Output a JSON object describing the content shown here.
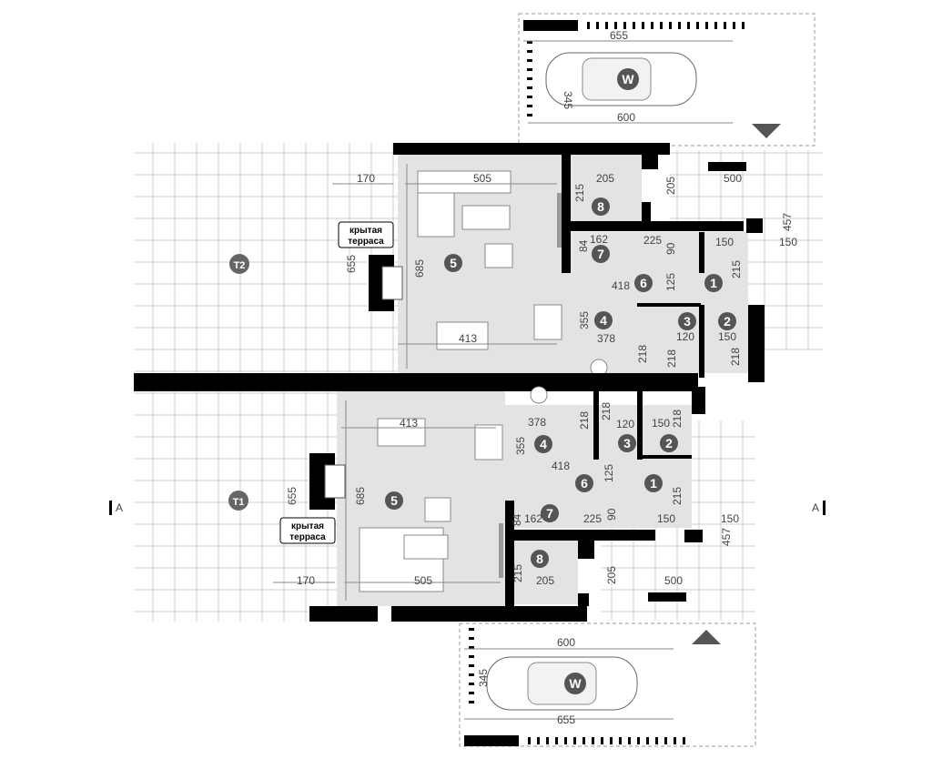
{
  "title": "Floor plan – semi-detached house, ground floor",
  "colors": {
    "wall": "#000000",
    "room": "#e3e3e3",
    "marker": "#555555",
    "grid": "#cccccc"
  },
  "terraces": {
    "t1": "T1",
    "t2": "T2",
    "covered_label_1": "крытая",
    "covered_label_2": "терраса"
  },
  "section_marker": "A",
  "car_badge": "W",
  "top_unit": {
    "rooms": [
      "1",
      "2",
      "3",
      "4",
      "5",
      "6",
      "7",
      "8"
    ],
    "dims": {
      "terrace_width": "170",
      "terrace_depth": "655",
      "living_width": "505",
      "living_depth": "685",
      "dining": "413",
      "kitchen_depth": "355",
      "kitchen_width": "378",
      "hall_width": "418",
      "hall_depth": "125",
      "stair_small": "84",
      "stair_len": "162",
      "stair2": "225",
      "stair_w": "90",
      "tech_depth": "215",
      "tech_width": "205",
      "tech_door": "205",
      "entry_width": "150",
      "entry_depth": "215",
      "wc_width": "120",
      "wc_depth": "218",
      "wardrobe_width": "150",
      "wardrobe_depth": "218",
      "kitchen_218": "218",
      "porch_width": "500",
      "porch_depth": "457",
      "porch_150": "150",
      "parking_outer": "655",
      "parking_inner": "600",
      "parking_depth": "345"
    }
  },
  "bottom_unit": {
    "rooms": [
      "1",
      "2",
      "3",
      "4",
      "5",
      "6",
      "7",
      "8"
    ],
    "dims": {
      "terrace_width": "170",
      "terrace_depth": "655",
      "living_width": "505",
      "living_depth": "685",
      "dining": "413",
      "kitchen_depth": "355",
      "kitchen_width": "378",
      "hall_width": "418",
      "hall_depth": "125",
      "stair_small": "84",
      "stair_len": "162",
      "stair2": "225",
      "stair_w": "90",
      "tech_depth": "215",
      "tech_width": "205",
      "tech_door": "205",
      "entry_width": "150",
      "entry_depth": "215",
      "wc_width": "120",
      "wc_depth": "218",
      "wardrobe_width": "150",
      "wardrobe_depth": "218",
      "kitchen_218": "218",
      "porch_width": "500",
      "porch_depth": "457",
      "porch_150": "150",
      "parking_outer": "655",
      "parking_inner": "600",
      "parking_depth": "345"
    }
  }
}
